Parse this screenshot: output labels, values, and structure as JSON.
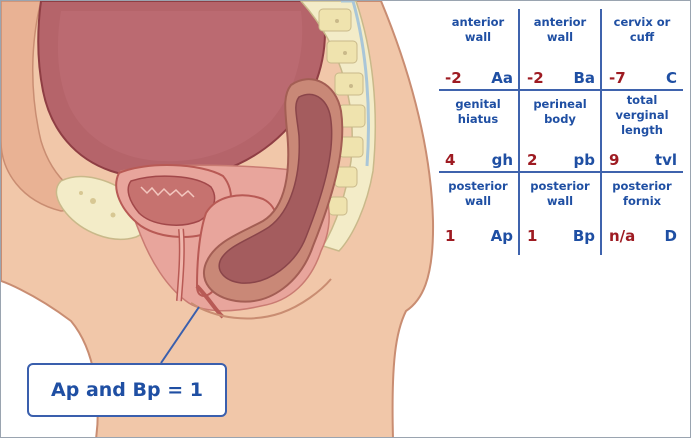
{
  "popq_grid": {
    "rows": [
      [
        {
          "label": "anterior\nwall",
          "value": "-2",
          "code": "Aa"
        },
        {
          "label": "anterior\nwall",
          "value": "-2",
          "code": "Ba"
        },
        {
          "label": "cervix or\ncuff",
          "value": "-7",
          "code": "C"
        }
      ],
      [
        {
          "label": "genital\nhiatus",
          "value": "4",
          "code": "gh"
        },
        {
          "label": "perineal\nbody",
          "value": "2",
          "code": "pb"
        },
        {
          "label": "total\nverginal\nlength",
          "value": "9",
          "code": "tvl"
        }
      ],
      [
        {
          "label": "posterior\nwall",
          "value": "1",
          "code": "Ap"
        },
        {
          "label": "posterior\nwall",
          "value": "1",
          "code": "Bp"
        },
        {
          "label": "posterior\nfornix",
          "value": "n/a",
          "code": "D"
        }
      ]
    ]
  },
  "callout": {
    "text": "Ap and Bp =  1"
  },
  "colors": {
    "label_blue": "#1f4fa3",
    "value_red": "#9e1b22",
    "grid_line": "#3f63ad",
    "skin": "#f1c7a9",
    "tissue_pink": "#e8a59c",
    "cavity": "#b5646a",
    "bone": "#f3ecc8"
  }
}
